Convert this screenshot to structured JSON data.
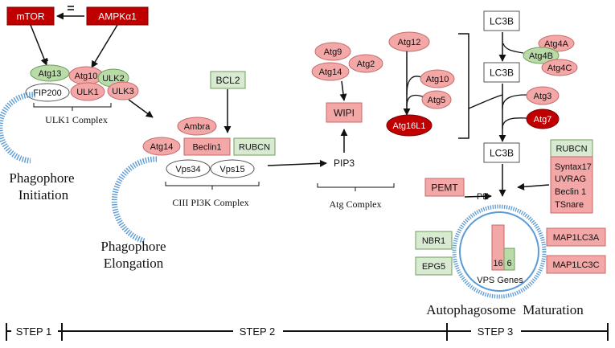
{
  "colors": {
    "pink_fill": "#f4a7a7",
    "pink_stroke": "#c46a6a",
    "green_fill": "#b9dba7",
    "green_box": "#d9ead3",
    "green_stroke": "#6f9e5a",
    "dark_red": "#c00000",
    "membrane": "#5b9bd5"
  },
  "step1": {
    "mtor": "mTOR",
    "ampk": "AMPKα1",
    "atg13": "Atg13",
    "fip200": "FIP200",
    "atg10": "Atg10",
    "ulk2": "ULK2",
    "ulk1": "ULK1",
    "ulk3": "ULK3",
    "complex_label": "ULK1 Complex",
    "phase_line1": "Phagophore",
    "phase_line2": "Initiation"
  },
  "step2": {
    "bcl2": "BCL2",
    "ambra": "Ambra",
    "atg14": "Atg14",
    "beclin1": "Beclin1",
    "rubcn": "RUBCN",
    "vps34": "Vps34",
    "vps15": "Vps15",
    "complex_label": "CIII PI3K Complex",
    "phase_line1": "Phagophore",
    "phase_line2": "Elongation",
    "pip3": "PIP3",
    "atg9": "Atg9",
    "atg2": "Atg2",
    "atg14b": "Atg14",
    "wipi": "WIPI",
    "atg_complex": "Atg Complex",
    "atg12": "Atg12",
    "atg10": "Atg10",
    "atg5": "Atg5",
    "atg16l1": "Atg16L1"
  },
  "step3": {
    "lc3b_top": "LC3B",
    "atg4a": "Atg4A",
    "atg4b": "Atg4B",
    "atg4c": "Atg4C",
    "lc3b_mid": "LC3B",
    "atg3": "Atg3",
    "atg7": "Atg7",
    "lc3b_low": "LC3B",
    "rubcn": "RUBCN",
    "snare_lines": [
      "Syntax17",
      "UVRAG",
      "Beclin 1",
      "TSnare"
    ],
    "pemt": "PEMT",
    "pe": "PE",
    "nbr1": "NBR1",
    "epg5": "EPG5",
    "map1lc3a": "MAP1LC3A",
    "map1lc3c": "MAP1LC3C",
    "vps_pink_value": "16",
    "vps_green_value": "6",
    "vps_genes": "VPS Genes",
    "maturation": "Autophagosome  Maturation"
  },
  "steps": {
    "step1": "STEP 1",
    "step2": "STEP 2",
    "step3": "STEP 3"
  }
}
